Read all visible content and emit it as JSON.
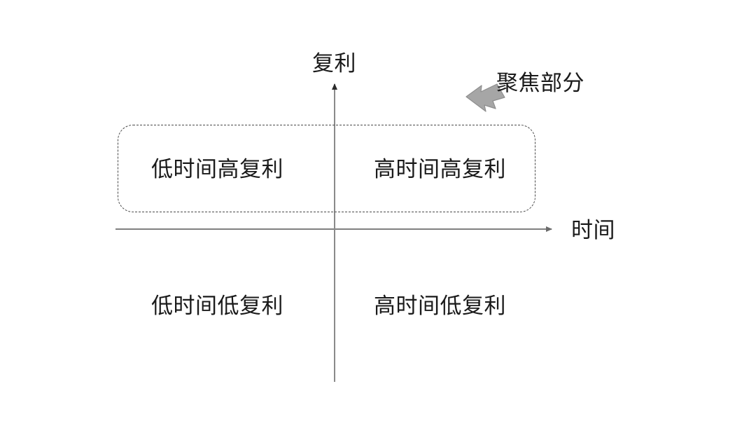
{
  "chart_data": {
    "type": "table",
    "title": "",
    "xlabel": "时间",
    "ylabel": "复利",
    "grid": false,
    "legend": "none",
    "quadrants": [
      {
        "key": "q2",
        "x": "low",
        "y": "high",
        "label": "低时间高复利",
        "highlighted": true
      },
      {
        "key": "q1",
        "x": "high",
        "y": "high",
        "label": "高时间高复利",
        "highlighted": true
      },
      {
        "key": "q3",
        "x": "low",
        "y": "low",
        "label": "低时间低复利",
        "highlighted": false
      },
      {
        "key": "q4",
        "x": "high",
        "y": "low",
        "label": "高时间低复利",
        "highlighted": false
      }
    ],
    "annotations": [
      {
        "text": "聚焦部分",
        "points_to": "upper-quadrants-dashed-box",
        "arrow": "arrow-down-left"
      }
    ],
    "highlight_region": {
      "label": "聚焦部分",
      "covers": [
        "低时间高复利",
        "高时间高复利"
      ],
      "style": "dashed-rounded-rectangle"
    }
  },
  "axes": {
    "y_label": "复利",
    "x_label": "时间"
  },
  "quadrants": {
    "top_left": "低时间高复利",
    "top_right": "高时间高复利",
    "bottom_left": "低时间低复利",
    "bottom_right": "高时间低复利"
  },
  "annotation": {
    "label": "聚焦部分",
    "arrow_icon": "arrow-down-left-icon"
  },
  "colors": {
    "background": "#ffffff",
    "axis": "#808080",
    "text": "#1a1a1a",
    "dashed_border": "#4a4a4a",
    "arrow_fill": "#a6a6a6",
    "arrow_stroke": "#8c8c8c"
  }
}
